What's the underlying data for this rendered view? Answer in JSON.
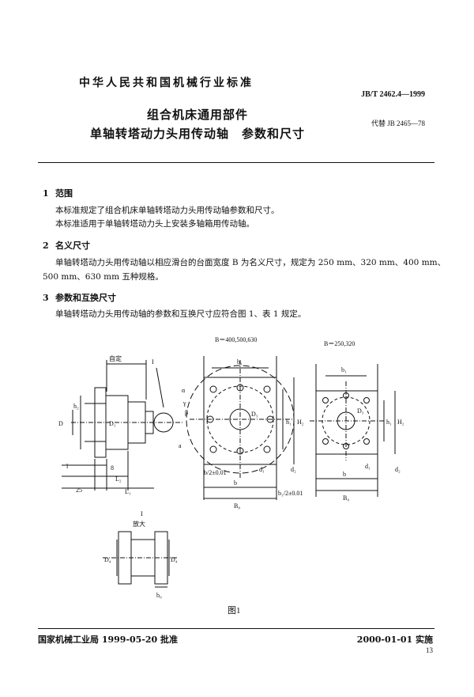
{
  "header": {
    "standard_title": "中华人民共和国机械行业标准",
    "code": "JB/T 2462.4—1999",
    "title_line1": "组合机床通用部件",
    "title_line2": "单轴转塔动力头用传动轴　参数和尺寸",
    "replaces": "代替 JB 2465—78"
  },
  "sections": [
    {
      "num": "1",
      "heading": "范围",
      "paragraphs": [
        "本标准规定了组合机床单轴转塔动力头用传动轴参数和尺寸。",
        "本标准适用于单轴转塔动力头上安装多轴箱用传动轴。"
      ]
    },
    {
      "num": "2",
      "heading": "名义尺寸",
      "paragraphs": [
        "单轴转塔动力头用传动轴以相应滑台的台面宽度 B 为名义尺寸，规定为 250 mm、320 mm、400 mm、",
        "500 mm、630 mm 五种规格。"
      ]
    },
    {
      "num": "3",
      "heading": "参数和互换尺寸",
      "paragraphs": [
        "单轴转塔动力头用传动轴的参数和互换尺寸应符合图 1、表 1 规定。"
      ]
    }
  ],
  "figure": {
    "caption": "图1",
    "label_b_large": "B＝400,500,630",
    "label_b_small": "B＝250,320",
    "shaft_labels": {
      "fixed": "自定",
      "detail_mark": "I",
      "D": "D",
      "h2": "h₂",
      "D1": "D₁",
      "l": "l",
      "eight": "8",
      "L2": "L₂",
      "L1": "L₁",
      "twentyfive": "25"
    },
    "plate_labels": {
      "b1": "b₁",
      "h1": "h₁",
      "H2": "H₂",
      "D3": "D₃",
      "d1": "d₁",
      "d2": "d₂",
      "b": "b",
      "B0": "B₀",
      "half_b": "b/2±0.01",
      "half_b_bottom": "b₁/2±0.01",
      "alpha": "α",
      "beta": "β",
      "gamma": "γ",
      "a": "a"
    },
    "detail_labels": {
      "mark": "I",
      "scale": "放大",
      "D4": "D₄",
      "b0": "b₀"
    }
  },
  "footer": {
    "issuer": "国家机械工业局  1999-05-20 批准",
    "effective": "2000-01-01  实施",
    "page": "13"
  }
}
